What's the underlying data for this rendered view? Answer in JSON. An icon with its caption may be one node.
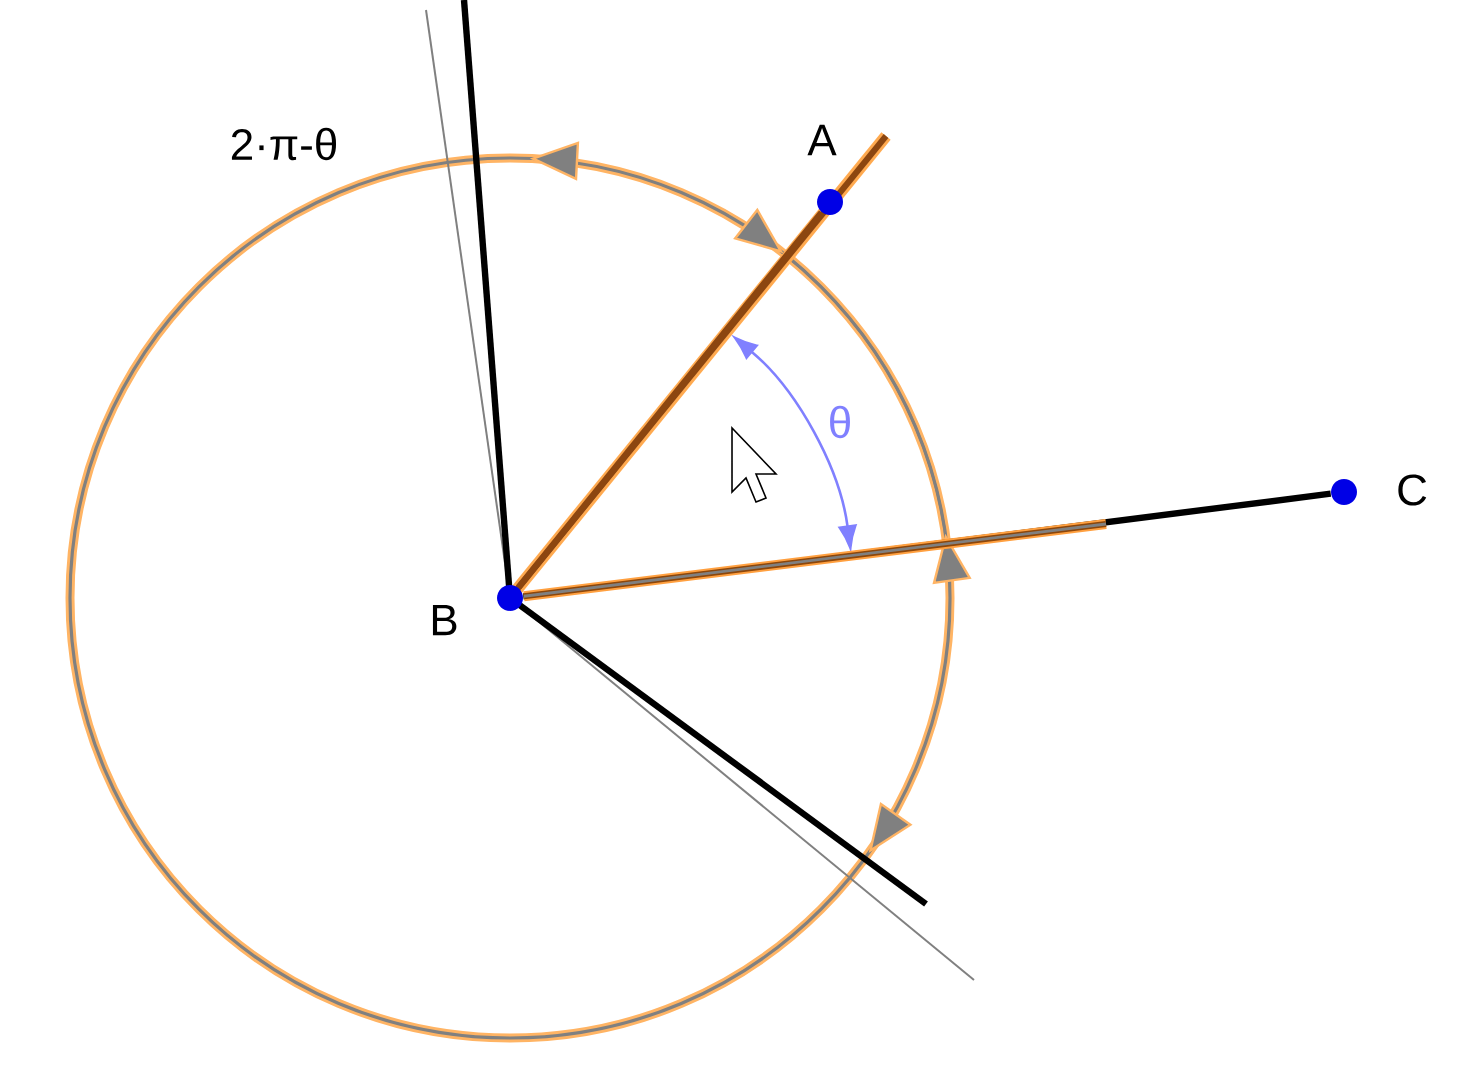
{
  "diagram": {
    "nodes": [
      {
        "text": [],
        "shape": "circle",
        "beside": [
          "A"
        ]
      },
      {
        "text": [],
        "shape": "circle",
        "beside": [
          "B"
        ]
      },
      {
        "text": [],
        "shape": "circle",
        "beside": [
          "C"
        ]
      }
    ],
    "edges": [
      {
        "from": 1,
        "to": 0,
        "arrow": "none",
        "color": "#8c4610"
      },
      {
        "from": 1,
        "to": 2,
        "arrow": "none",
        "color": "#000000"
      }
    ],
    "labels": [
      "θ",
      "2·π-θ"
    ]
  }
}
